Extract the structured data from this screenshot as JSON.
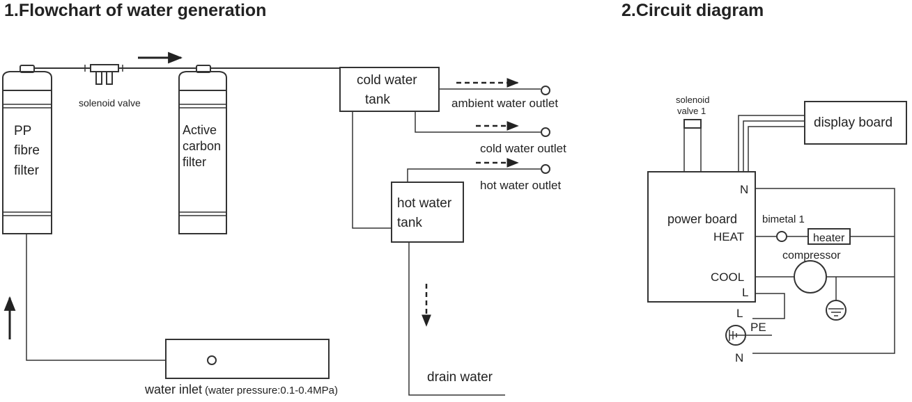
{
  "titles": {
    "flowchart": "1.Flowchart of water generation",
    "circuit": "2.Circuit diagram"
  },
  "flowchart": {
    "pp_filter": [
      "PP",
      "fibre",
      "filter"
    ],
    "carbon_filter": [
      "Active",
      "carbon",
      "filter"
    ],
    "solenoid_valve": "solenoid valve",
    "cold_tank": [
      "cold water",
      "tank"
    ],
    "hot_tank": [
      "hot water",
      "tank"
    ],
    "ambient_outlet": "ambient water outlet",
    "cold_outlet": "cold water outlet",
    "hot_outlet": "hot water outlet",
    "drain": "drain water",
    "water_inlet": "water inlet",
    "water_pressure": "(water pressure:0.1-0.4MPa)"
  },
  "circuit": {
    "solenoid_valve": [
      "solenoid",
      "valve 1"
    ],
    "display_board": "display board",
    "power_board": "power board",
    "terminal_n": "N",
    "terminal_heat": "HEAT",
    "terminal_cool": "COOL",
    "terminal_l": "L",
    "bimetal": "bimetal 1",
    "heater": "heater",
    "compressor": "compressor",
    "supply_l": "L",
    "pe": "PE",
    "supply_n": "N"
  }
}
